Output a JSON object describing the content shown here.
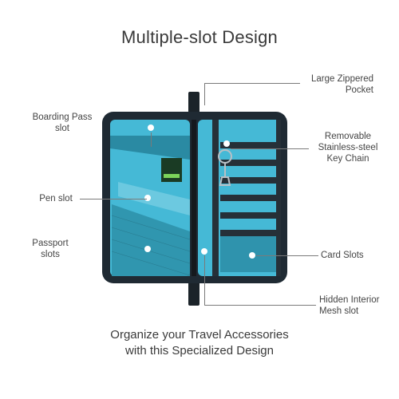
{
  "title": "Multiple-slot Design",
  "caption": {
    "line1": "Organize your Travel Accessories",
    "line2": "with this Specialized Design"
  },
  "callouts": {
    "boarding_pass": {
      "line1": "Boarding Pass",
      "line2": "slot"
    },
    "pen_slot": {
      "line1": "Pen slot"
    },
    "passport": {
      "line1": "Passport",
      "line2": "slots"
    },
    "zippered_pocket": {
      "line1": "Large Zippered",
      "line2": "Pocket"
    },
    "key_chain": {
      "line1": "Removable",
      "line2": "Stainless-steel",
      "line3": "Key Chain"
    },
    "card_slots": {
      "line1": "Card Slots"
    },
    "mesh_slot": {
      "line1": "Hidden Interior",
      "line2": "Mesh slot"
    }
  },
  "brand_tag": "",
  "colors": {
    "body": "#1f2a33",
    "lining": "#45b9d6",
    "mesh": "#2f93ad",
    "strap": "#263038"
  }
}
